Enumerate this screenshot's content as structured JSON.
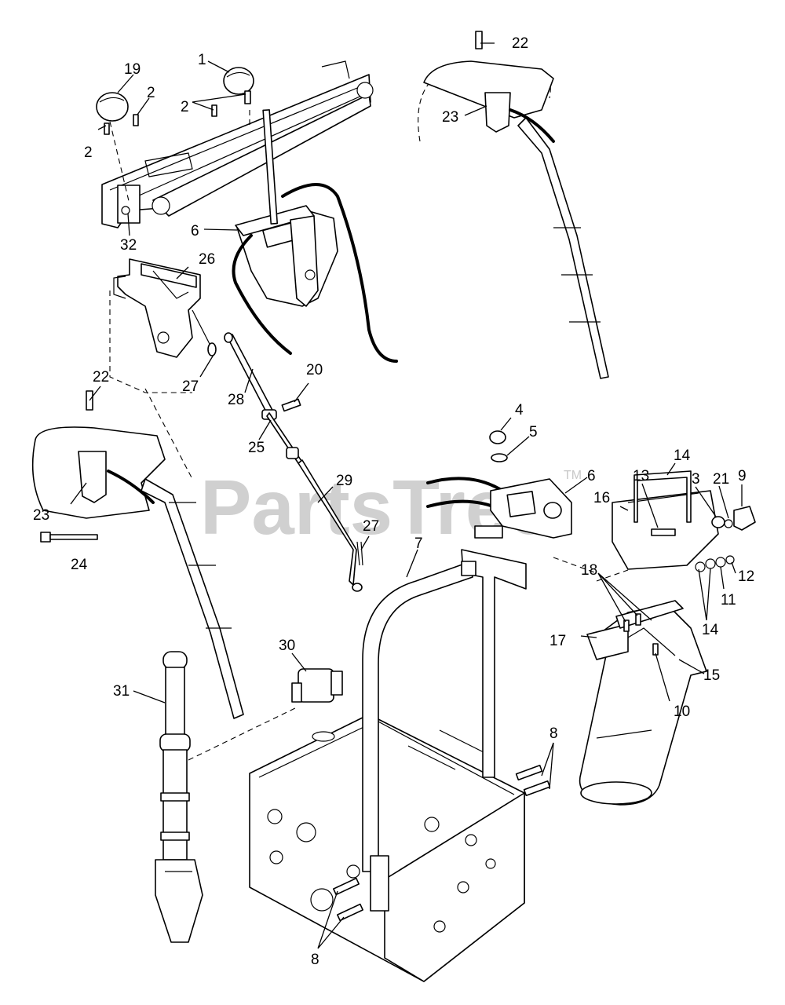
{
  "watermark": {
    "text": "PartsTree",
    "trademark": "TM"
  },
  "callouts": {
    "c1": "1",
    "c19": "19",
    "c2a": "2",
    "c2b": "2",
    "c2c": "2",
    "c22a": "22",
    "c23a": "23",
    "c32": "32",
    "c6a": "6",
    "c26": "26",
    "c27a": "27",
    "c28": "28",
    "c20": "20",
    "c22b": "22",
    "c25": "25",
    "c23b": "23",
    "c24": "24",
    "c29": "29",
    "c27b": "27",
    "c4": "4",
    "c5": "5",
    "c6b": "6",
    "c14a": "14",
    "c13": "13",
    "c3": "3",
    "c21": "21",
    "c9": "9",
    "c16": "16",
    "c12": "12",
    "c11": "11",
    "c18": "18",
    "c14b": "14",
    "c7": "7",
    "c17": "17",
    "c15": "15",
    "c10": "10",
    "c30": "30",
    "c31": "31",
    "c8a": "8",
    "c8b": "8"
  }
}
